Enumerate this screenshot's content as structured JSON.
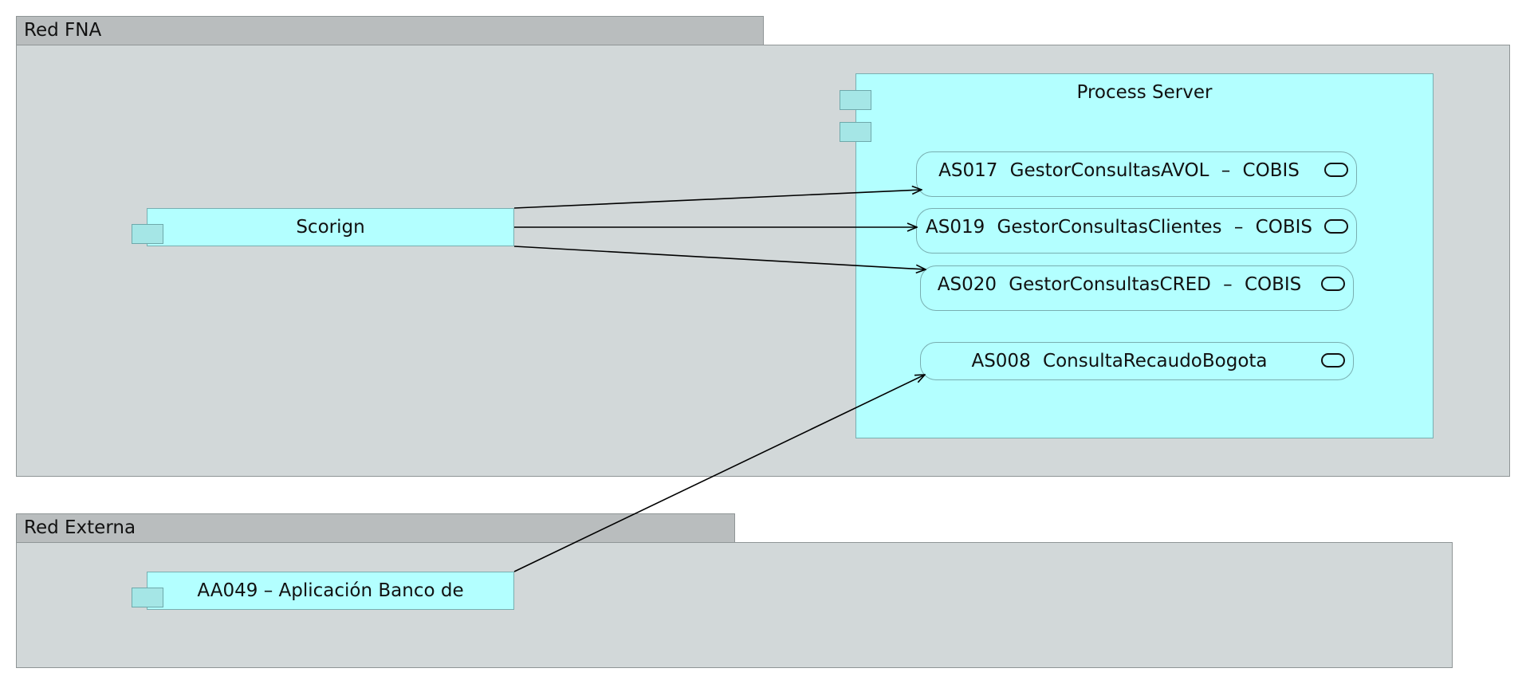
{
  "groups": {
    "red_fna": {
      "label": "Red FNA"
    },
    "red_externa": {
      "label": "Red Externa"
    }
  },
  "process_server": {
    "title": "Process Server",
    "services": [
      {
        "label": "AS017 GestorConsultasAVOL – COBIS"
      },
      {
        "label": "AS019  GestorConsultasClientes – COBIS"
      },
      {
        "label": "AS020  GestorConsultasCRED – COBIS"
      },
      {
        "label": "AS008  ConsultaRecaudoBogota"
      }
    ]
  },
  "applications": {
    "scorign": {
      "label": "Scorign"
    },
    "aa049": {
      "label": "AA049 – Aplicación Banco de"
    }
  },
  "connections": [
    {
      "from": "Scorign",
      "to": "AS017 GestorConsultasAVOL – COBIS"
    },
    {
      "from": "Scorign",
      "to": "AS019  GestorConsultasClientes – COBIS"
    },
    {
      "from": "Scorign",
      "to": "AS020  GestorConsultasCRED – COBIS"
    },
    {
      "from": "AA049 – Aplicación Banco de",
      "to": "AS008  ConsultaRecaudoBogota"
    }
  ],
  "colors": {
    "group_fill": "#d2d8d9",
    "group_tab_fill": "#b9bdbe",
    "component_fill": "#b3ffff",
    "component_border": "#79aeb0",
    "connector": "#000000"
  }
}
